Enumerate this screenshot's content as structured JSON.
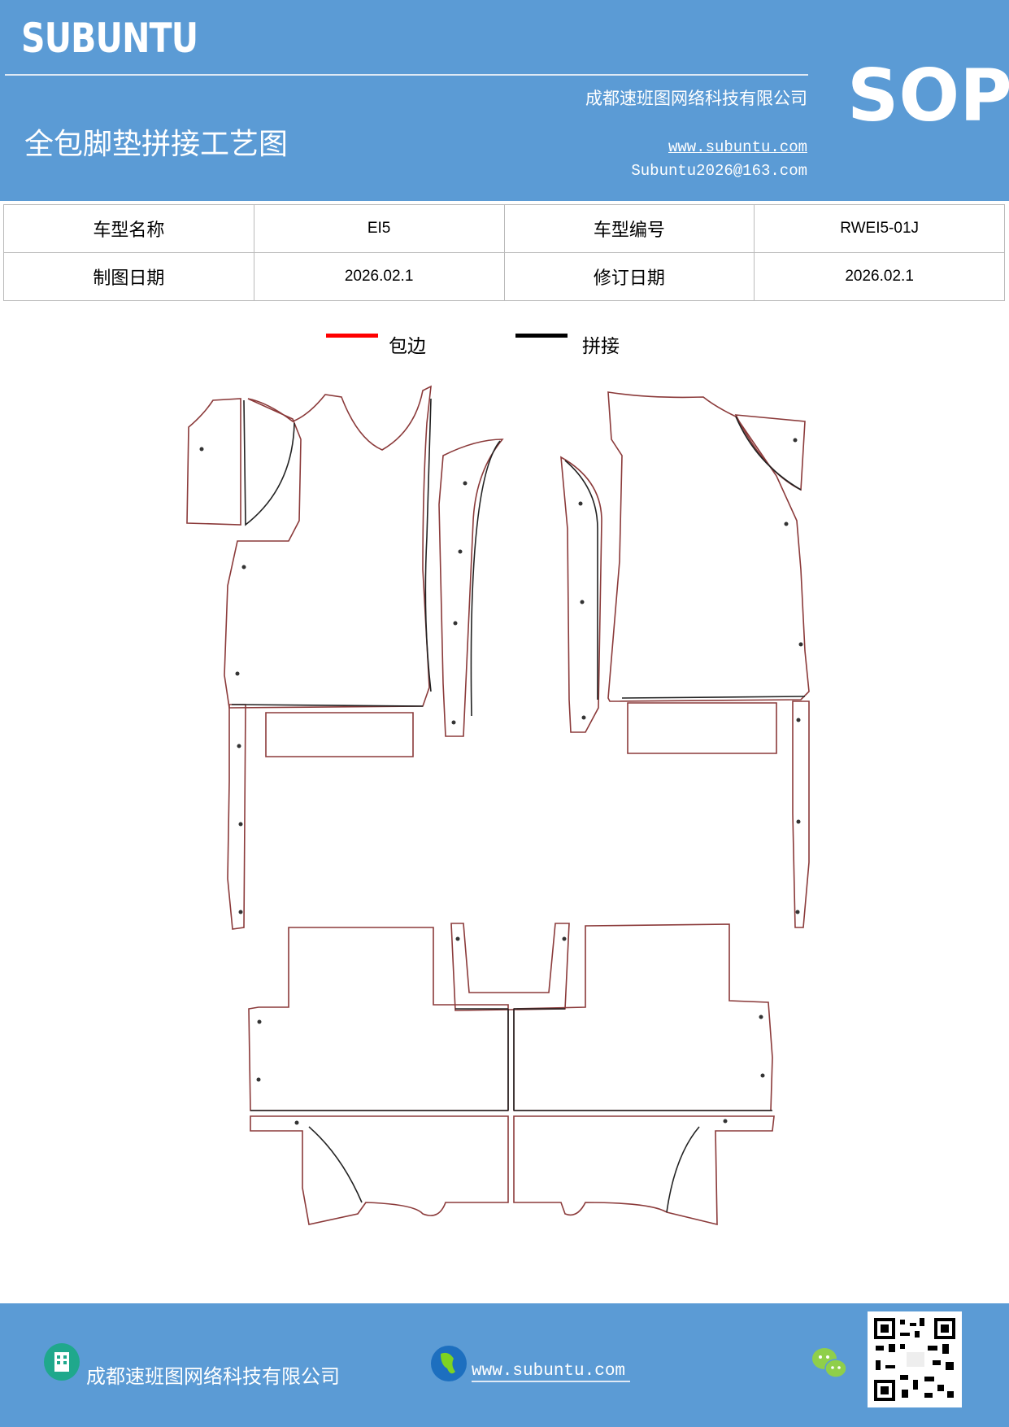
{
  "header": {
    "brand": "SUBUNTU",
    "company": "成都速班图网络科技有限公司",
    "badge": "SOP",
    "title": "全包脚垫拼接工艺图",
    "website": "www.subuntu.com",
    "email": "Subuntu2026@163.com",
    "background_color": "#5b9bd5"
  },
  "info_table": {
    "rows": [
      [
        "车型名称",
        "EI5",
        "车型编号",
        "RWEI5-01J"
      ],
      [
        "制图日期",
        "2026.02.1",
        "修订日期",
        "2026.02.1"
      ]
    ]
  },
  "legend": {
    "items": [
      {
        "label": "包边",
        "color": "#ff0000"
      },
      {
        "label": "拼接",
        "color": "#000000"
      }
    ]
  },
  "footer": {
    "company": "成都速班图网络科技有限公司",
    "website": "www.subuntu.com",
    "icons": [
      "building-icon",
      "globe-icon",
      "wechat-icon",
      "qr-code"
    ]
  }
}
